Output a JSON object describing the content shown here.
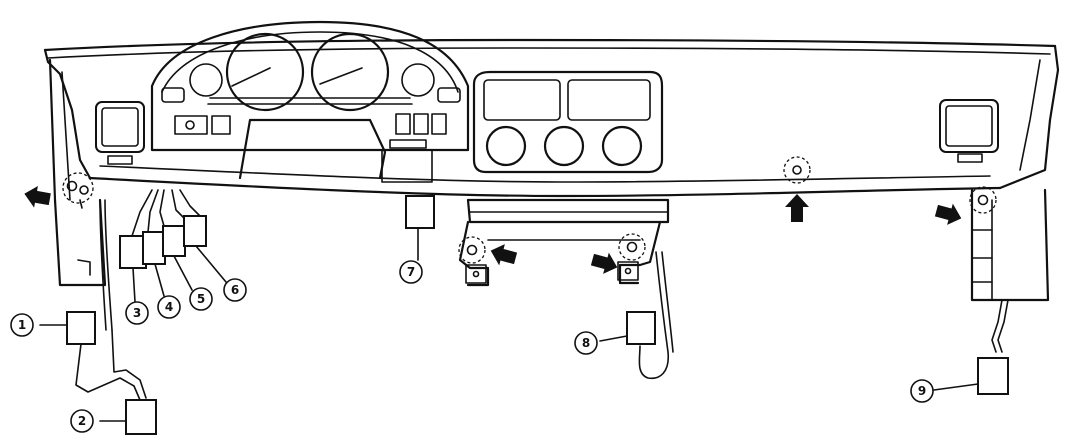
{
  "callouts": [
    {
      "id": "1",
      "label": "1"
    },
    {
      "id": "2",
      "label": "2"
    },
    {
      "id": "3",
      "label": "3"
    },
    {
      "id": "4",
      "label": "4"
    },
    {
      "id": "5",
      "label": "5"
    },
    {
      "id": "6",
      "label": "6"
    },
    {
      "id": "7",
      "label": "7"
    },
    {
      "id": "8",
      "label": "8"
    },
    {
      "id": "9",
      "label": "9"
    }
  ],
  "mounting_arrows": [
    "left-side-bolt",
    "center-bracket-left-bolt",
    "center-bracket-right-bolt",
    "center-dash-bolt",
    "right-side-bolt"
  ],
  "style": {
    "line_color": "#111111",
    "background": "#ffffff"
  }
}
